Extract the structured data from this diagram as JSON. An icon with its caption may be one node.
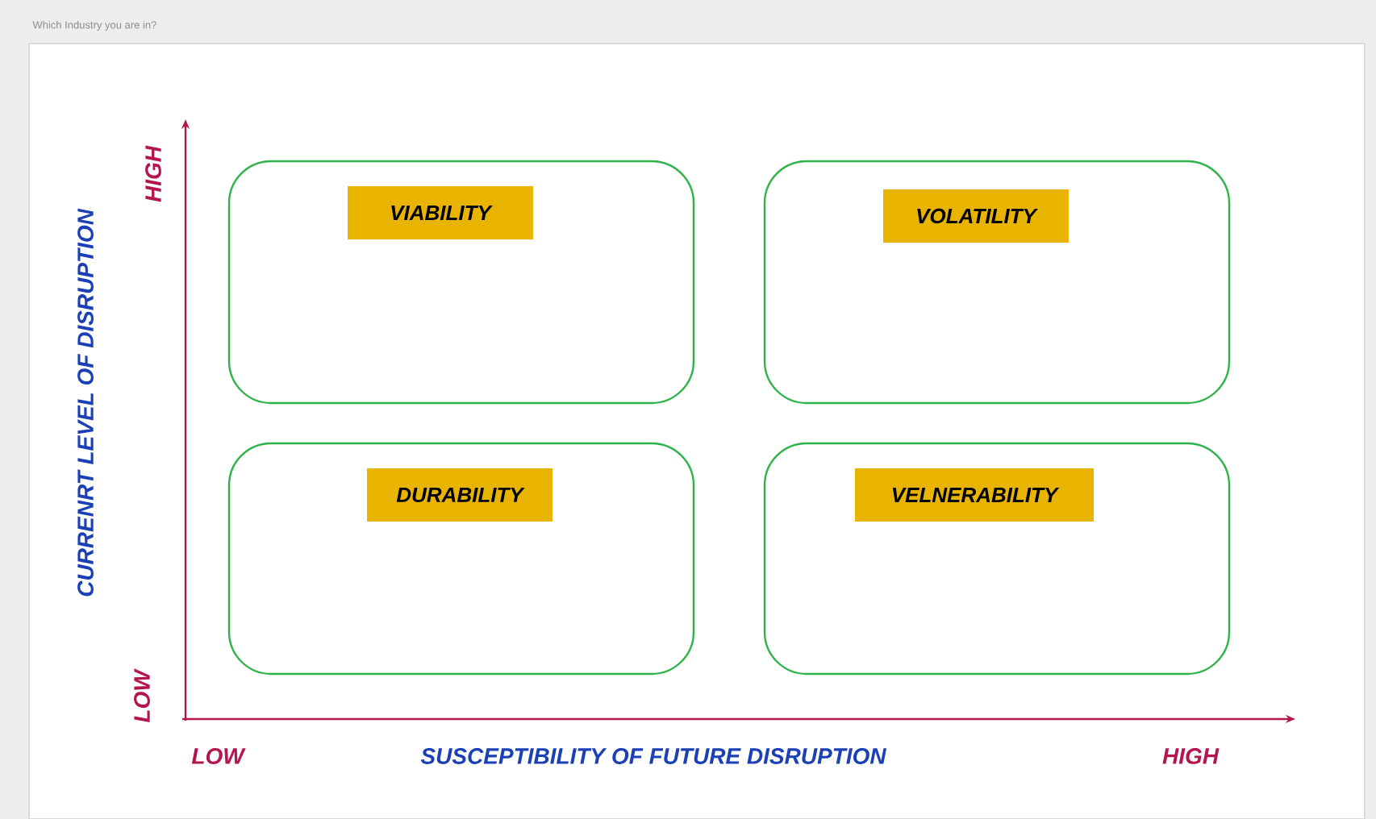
{
  "diagram": {
    "title": "Which Industry you are in?",
    "nodes": [
      {
        "text": [],
        "shape": "box"
      },
      {
        "text": [
          "VIABILITY"
        ],
        "in": 0
      },
      {
        "text": [],
        "shape": "box"
      },
      {
        "text": [
          "VOLATILITY"
        ],
        "in": 2
      },
      {
        "text": [],
        "shape": "box"
      },
      {
        "text": [
          "DURABILITY"
        ],
        "in": 4
      },
      {
        "text": [],
        "shape": "box"
      },
      {
        "text": [
          "VELNERABILITY"
        ],
        "in": 6
      }
    ],
    "edges": [],
    "labels": [
      "HIGH",
      "CURRENRT LEVEL OF DISRUPTION",
      "LOW",
      "LOW",
      "SUSCEPTIBILITY OF FUTURE DISRUPTION",
      "HIGH"
    ]
  }
}
